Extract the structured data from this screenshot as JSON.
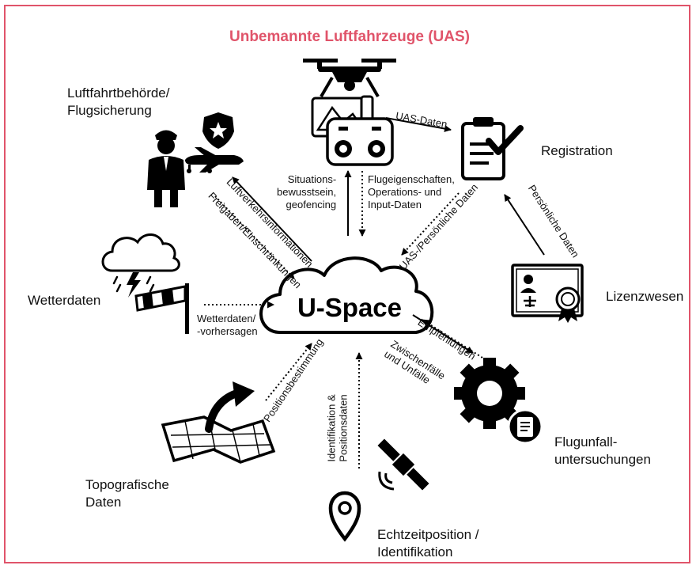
{
  "title": "Unbemannte Luftfahrzeuge (UAS)",
  "center_label": "U-Space",
  "colors": {
    "accent": "#e0546a",
    "ink": "#000000"
  },
  "nodes": {
    "authority": "Luftfahrtbehörde/\nFlugsicherung",
    "registration": "Registration",
    "licensing": "Lizenzwesen",
    "weather": "Wetterdaten",
    "accident": "Flugunfall-\nuntersuchungen",
    "topographic": "Topografische\nDaten",
    "realtime": "Echtzeitposition /\nIdentifikation"
  },
  "flows": {
    "uas_data": "UAS-Daten",
    "situational": "Situations-\nbewusstsein,\ngeofencing",
    "flight_props": "Flugeigenschaften,\nOperations- und\nInput-Daten",
    "air_traffic_info": "Luftverkehrsinformationen",
    "clearances": "Freigaben/Einschränkungen",
    "uas_personal": "UAS-/Persönliche Daten",
    "personal": "Persönliche Daten",
    "weather_flow": "Wetterdaten/\n-vorhersagen",
    "recommendations": "Empfehlungen",
    "incidents": "Zwischenfälle\nund Unfälle",
    "positioning": "Positionsbestimmung",
    "identification": "Identifikation &\nPositionsdaten"
  },
  "icons": [
    "drone-icon",
    "remote-controller-icon",
    "pilot-icon",
    "police-badge-icon",
    "airplane-icon",
    "clipboard-check-icon",
    "license-certificate-icon",
    "cloud-lightning-icon",
    "windsock-icon",
    "gear-icon",
    "document-icon",
    "map-icon",
    "satellite-icon",
    "location-pin-icon",
    "cloud-icon"
  ]
}
